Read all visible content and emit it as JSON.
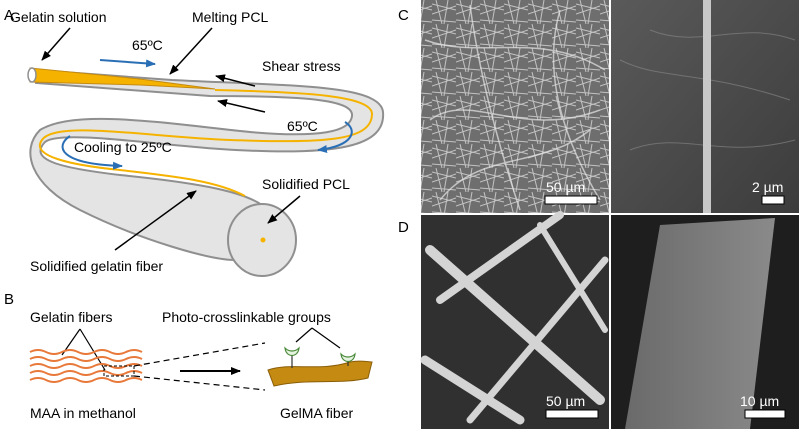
{
  "panels": {
    "A": {
      "letter": "A",
      "labels": {
        "gelatin_solution": "Gelatin solution",
        "melting_pcl": "Melting PCL",
        "temp_top": "65ºC",
        "shear_stress": "Shear stress",
        "temp_right": "65ºC",
        "cooling": "Cooling to 25ºC",
        "solidified_pcl": "Solidified PCL",
        "solidified_gelatin_fiber": "Solidified gelatin fiber"
      }
    },
    "B": {
      "letter": "B",
      "labels": {
        "gelatin_fibers": "Gelatin fibers",
        "photo_groups": "Photo-crosslinkable groups",
        "maa": "MAA in methanol",
        "gelma": "GelMA fiber"
      }
    },
    "C": {
      "letter": "C",
      "scalebars": {
        "left": "50 µm",
        "right": "2 µm"
      }
    },
    "D": {
      "letter": "D",
      "scalebars": {
        "left": "50 µm",
        "right": "10 µm"
      }
    }
  },
  "colors": {
    "gelatin": "#f5b300",
    "tube_fill": "#e4e4e4",
    "tube_stroke": "#8f8f8f",
    "arrow_blue": "#2a6fb5",
    "fiber_orange": "#e8793a",
    "gelma_brown": "#c48a12"
  }
}
